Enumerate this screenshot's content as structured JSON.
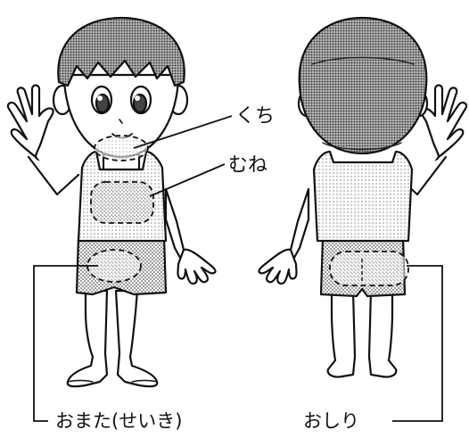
{
  "labels": {
    "mouth": "くち",
    "chest": "むね",
    "genital": "おまた(せいき)",
    "buttocks": "おしり"
  },
  "colors": {
    "line": "#111111",
    "skin": "#ffffff",
    "hair": "#8a8a8a",
    "clothing": "#c8c8c8",
    "private_zone_outline": "#111111"
  },
  "figures": [
    {
      "name": "child-front",
      "zones": [
        "mouth",
        "chest",
        "genital"
      ]
    },
    {
      "name": "child-back",
      "zones": [
        "buttocks"
      ]
    }
  ]
}
